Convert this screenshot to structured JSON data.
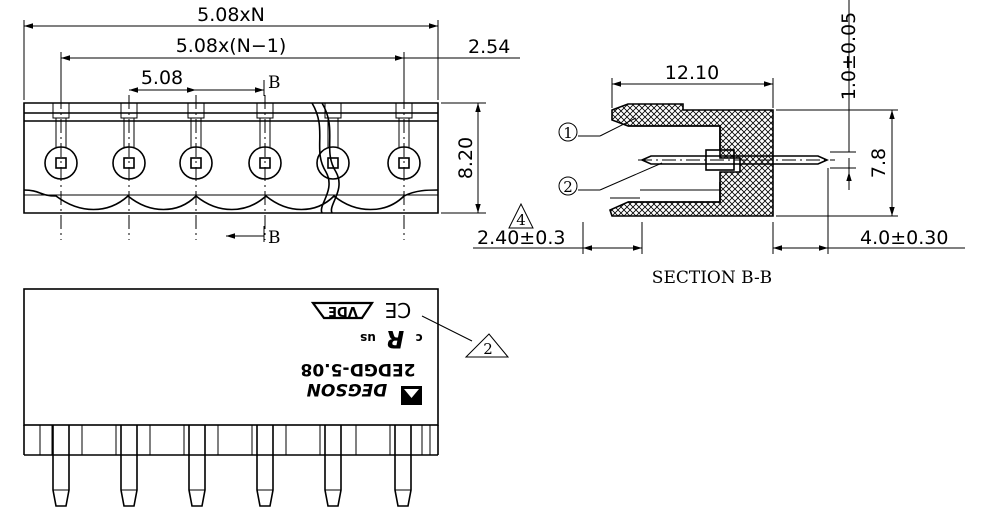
{
  "dimensions": {
    "total_width": "5.08xN",
    "pitch_span": "5.08x(N−1)",
    "pitch": "5.08",
    "edge_offset": "2.54",
    "height": "8.20",
    "section_length": "12.10",
    "pin_thickness": "1.0±0.05",
    "pin_height": "7.8",
    "left_protrusion": "2.40±0.3",
    "right_protrusion": "4.0±0.30"
  },
  "section_marks": {
    "top": "B",
    "bottom": "B"
  },
  "section_title": "SECTION B-B",
  "callouts": {
    "c1": "1",
    "c2": "2",
    "n2": "2",
    "n4": "4"
  },
  "product": {
    "part_number": "2EDGD-5.08",
    "brand": "DEGSON",
    "cert_vde": "VDE",
    "cert_ce": "CE",
    "cert_c": "c",
    "cert_us": "us"
  }
}
